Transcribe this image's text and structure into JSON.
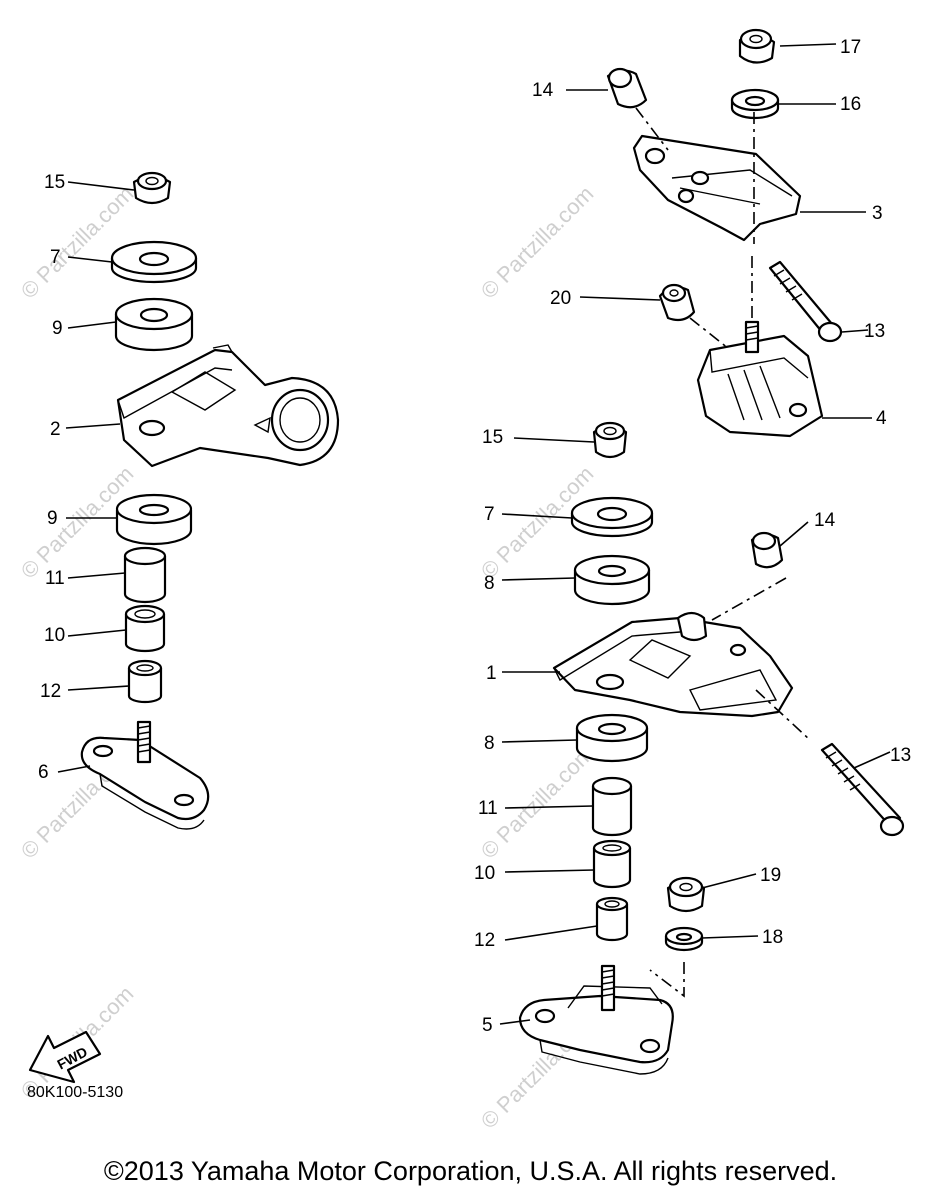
{
  "watermark": "© Partzilla.com",
  "diagram_code": "80K100-5130",
  "copyright": "©2013 Yamaha Motor Corporation, U.S.A. All rights reserved.",
  "fwd_label": "FWD",
  "callouts": {
    "c1": "1",
    "c2": "2",
    "c3": "3",
    "c4": "4",
    "c5": "5",
    "c6": "6",
    "c7": "7",
    "c8a": "8",
    "c8b": "8",
    "c9a": "9",
    "c9b": "9",
    "c10a": "10",
    "c10b": "10",
    "c11a": "11",
    "c11b": "11",
    "c12a": "12",
    "c12b": "12",
    "c13a": "13",
    "c13b": "13",
    "c14a": "14",
    "c14b": "14",
    "c15a": "15",
    "c15b": "15",
    "c16": "16",
    "c17": "17",
    "c18": "18",
    "c19": "19",
    "c20": "20"
  }
}
